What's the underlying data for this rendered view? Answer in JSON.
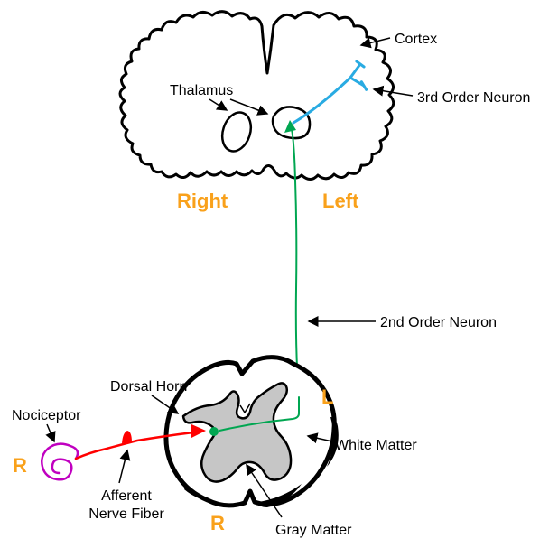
{
  "colors": {
    "orange": "#F9A11B",
    "blue": "#29ABE2",
    "green": "#00A651",
    "red": "#FF0000",
    "magenta": "#C000C0",
    "gray_matter": "#C6C6C6",
    "outline": "#000000"
  },
  "brain": {
    "labels": {
      "cortex": "Cortex",
      "thalamus": "Thalamus",
      "third_order_neuron": "3rd Order Neuron",
      "right": "Right",
      "left": "Left"
    }
  },
  "pathway": {
    "second_order_neuron": "2nd Order Neuron"
  },
  "spinal_cord": {
    "labels": {
      "dorsal_horn": "Dorsal Horn",
      "left_marker": "L",
      "white_matter": "White Matter",
      "nociceptor": "Nociceptor",
      "right_marker_outer": "R",
      "afferent_line1": "Afferent",
      "afferent_line2": "Nerve Fiber",
      "right_marker_bottom": "R",
      "gray_matter": "Gray Matter"
    }
  }
}
